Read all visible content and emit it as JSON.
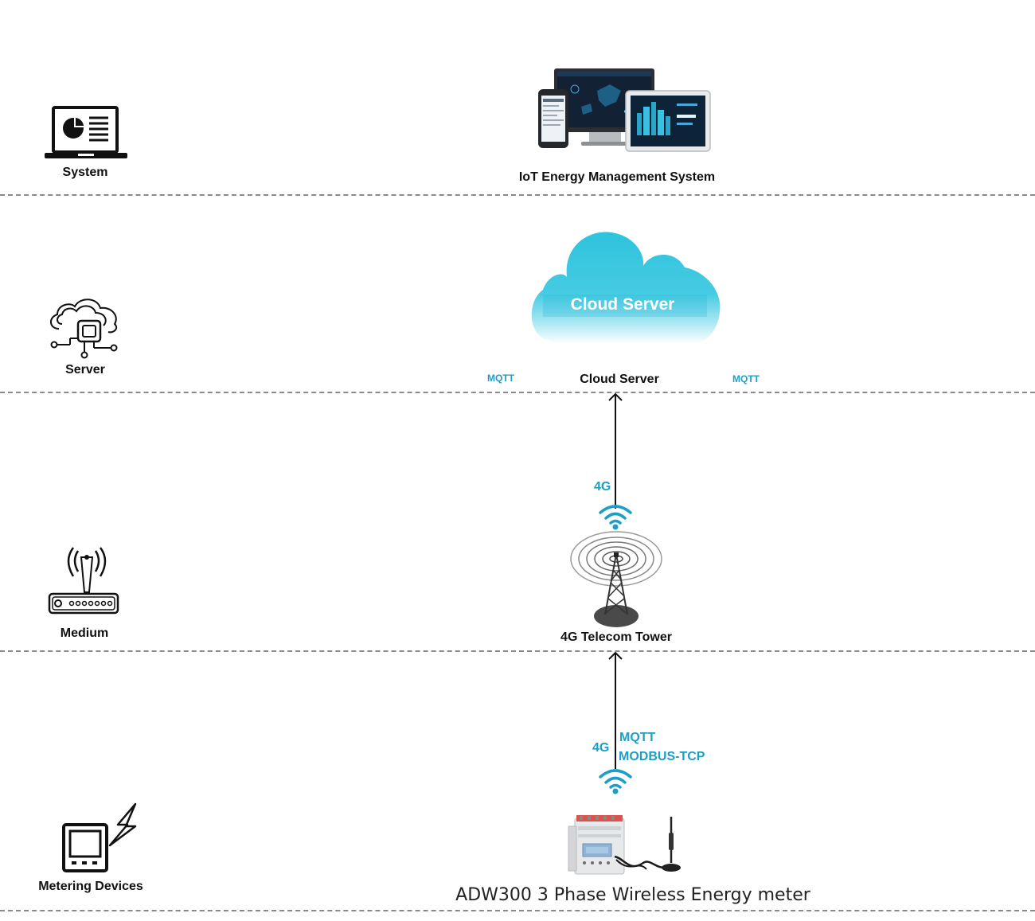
{
  "layers": {
    "system": {
      "label": "System",
      "icon": "laptop-chart-icon"
    },
    "server": {
      "label": "Server",
      "icon": "cloud-network-icon"
    },
    "medium": {
      "label": "Medium",
      "icon": "router-icon"
    },
    "devices": {
      "label": "Metering Devices",
      "icon": "meter-lightning-icon"
    }
  },
  "nodes": {
    "iot_system": {
      "label": "IoT Energy Management System"
    },
    "cloud": {
      "title": "Cloud Server",
      "label": "Cloud Server"
    },
    "tower": {
      "label": "4G Telecom Tower"
    },
    "meter": {
      "label": "ADW300 3 Phase Wireless Energy meter"
    }
  },
  "protocols": {
    "mqtt_left": "MQTT",
    "mqtt_right": "MQTT",
    "upper_link": "4G",
    "lower_link": "4G",
    "lower_mqtt": "MQTT",
    "lower_modbus": "MODBUS-TCP"
  },
  "colors": {
    "accent": "#1d9ec9",
    "cloud_top": "#2fc3dd",
    "cloud_bottom": "#d9f4fa",
    "divider": "#8a8a8a"
  }
}
